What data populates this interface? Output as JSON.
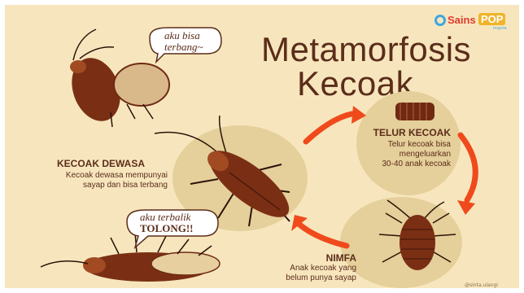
{
  "title": {
    "line1": "Metamorfosis",
    "line2": "Kecoak"
  },
  "logo": {
    "sains": "Sains",
    "pop": "POP",
    "tag": "inspire"
  },
  "bubbles": {
    "fly": [
      "aku bisa",
      "terbang~"
    ],
    "flip": [
      "aku terbalik",
      "TOLONG!!"
    ]
  },
  "stages": {
    "egg": {
      "title": "TELUR KECOAK",
      "desc": [
        "Telur kecoak bisa",
        "mengeluarkan",
        "30-40 anak kecoak"
      ]
    },
    "nymph": {
      "title": "NIMFA",
      "desc": [
        "Anak kecoak yang",
        "belum punya sayap"
      ]
    },
    "adult": {
      "title": "KECOAK DEWASA",
      "desc": [
        "Kecoak dewasa mempunyai",
        "sayap dan bisa terbang"
      ]
    }
  },
  "credit": "@sinta.ulangi",
  "colors": {
    "background": "#f7e6bd",
    "text": "#5b2d1a",
    "arrow": "#f04a1c",
    "circle": "#e5cf9a",
    "body": "#7a2f14"
  }
}
